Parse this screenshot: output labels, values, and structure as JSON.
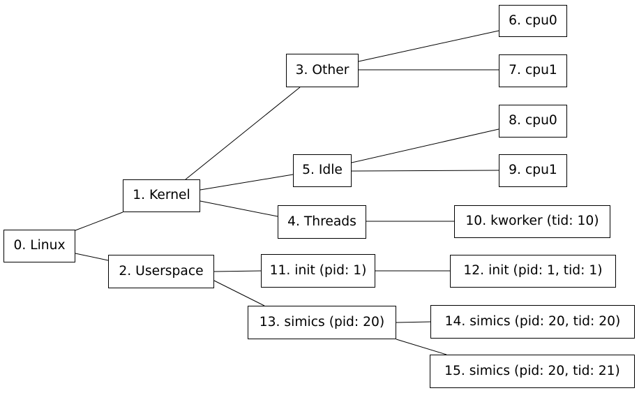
{
  "diagram": {
    "type": "tree",
    "orientation": "left-to-right",
    "background_color": "#ffffff",
    "node_fill_color": "#ffffff",
    "node_border_color": "#000000",
    "edge_color": "#000000",
    "text_color": "#000000"
  },
  "nodes": [
    {
      "id": 0,
      "label": "0. Linux"
    },
    {
      "id": 1,
      "label": "1. Kernel"
    },
    {
      "id": 2,
      "label": "2. Userspace"
    },
    {
      "id": 3,
      "label": "3. Other"
    },
    {
      "id": 4,
      "label": "4. Threads"
    },
    {
      "id": 5,
      "label": "5. Idle"
    },
    {
      "id": 6,
      "label": "6. cpu0"
    },
    {
      "id": 7,
      "label": "7. cpu1"
    },
    {
      "id": 8,
      "label": "8. cpu0"
    },
    {
      "id": 9,
      "label": "9. cpu1"
    },
    {
      "id": 10,
      "label": "10. kworker (tid: 10)"
    },
    {
      "id": 11,
      "label": "11. init (pid: 1)"
    },
    {
      "id": 12,
      "label": "12. init (pid: 1, tid: 1)"
    },
    {
      "id": 13,
      "label": "13. simics (pid: 20)"
    },
    {
      "id": 14,
      "label": "14. simics (pid: 20, tid: 20)"
    },
    {
      "id": 15,
      "label": "15. simics (pid: 20, tid: 21)"
    }
  ],
  "edges": [
    {
      "from": 0,
      "to": 1
    },
    {
      "from": 0,
      "to": 2
    },
    {
      "from": 1,
      "to": 3
    },
    {
      "from": 1,
      "to": 4
    },
    {
      "from": 1,
      "to": 5
    },
    {
      "from": 2,
      "to": 11
    },
    {
      "from": 2,
      "to": 13
    },
    {
      "from": 3,
      "to": 6
    },
    {
      "from": 3,
      "to": 7
    },
    {
      "from": 4,
      "to": 10
    },
    {
      "from": 5,
      "to": 8
    },
    {
      "from": 5,
      "to": 9
    },
    {
      "from": 11,
      "to": 12
    },
    {
      "from": 13,
      "to": 14
    },
    {
      "from": 13,
      "to": 15
    }
  ]
}
